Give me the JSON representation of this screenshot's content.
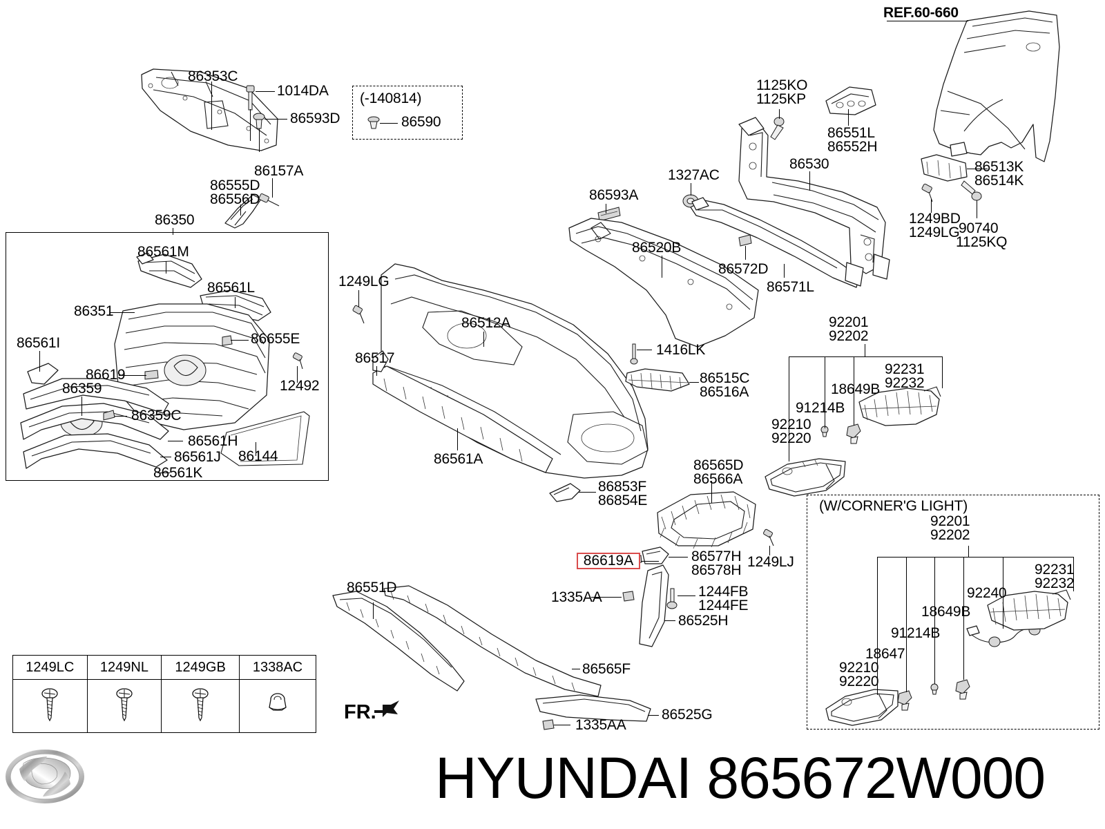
{
  "document": {
    "brand": "HYUNDAI",
    "part_number": "865672W000",
    "footer_text": "HYUNDAI 865672W000",
    "orientation_marker": "FR."
  },
  "references": {
    "fender_ref": "REF.60-660",
    "date_note": "(-140814)",
    "corner_light_note": "(W/CORNER'G LIGHT)"
  },
  "groups": {
    "grille_assembly_label": "86350",
    "highlighted_part": "86619A"
  },
  "labels": {
    "carrier_cover": "86353C",
    "bolt_1014DA": "1014DA",
    "clip_86593D": "86593D",
    "clip_86590": "86590",
    "bracket_86157A": "86157A",
    "bracket_86555D": "86555D",
    "bracket_86556D": "86556D",
    "grille_group": "86350",
    "grille_moulding_M": "86561M",
    "grille_moulding_L": "86561L",
    "radiator_grille": "86351",
    "grille_moulding_I": "86561I",
    "clip_86655E": "86655E",
    "emblem_86359": "86359",
    "clip_86619": "86619",
    "clip_86359C": "86359C",
    "moulding_86561H": "86561H",
    "moulding_86561J": "86561J",
    "moulding_86561K": "86561K",
    "grille_surround_86144": "86144",
    "screw_12492": "12492",
    "screw_1249LG": "1249LG",
    "bracket_86517": "86517",
    "bumper_cover_86512A": "86512A",
    "bumper_grille_86561A": "86561A",
    "bracket_86853F": "86853F",
    "bracket_86854E": "86854E",
    "clip_1416LK": "1416LK",
    "grille_86515C": "86515C",
    "grille_86516A": "86516A",
    "fog_cover_86565D": "86565D",
    "fog_cover_86566A": "86566A",
    "screw_1249LJ": "1249LJ",
    "bracket_86577H": "86577H",
    "bracket_86578H": "86578H",
    "clip_1244FB": "1244FB",
    "clip_1244FE": "1244FE",
    "side_cover_86525H": "86525H",
    "clip_1335AA": "1335AA",
    "lower_cover_86551D": "86551D",
    "lower_moulding_86565F": "86565F",
    "lower_spoiler_86525G": "86525G",
    "reinforcement_86593A": "86593A",
    "absorber_86520B": "86520B",
    "nut_1327AC": "1327AC",
    "bolt_1125KO": "1125KO",
    "bolt_1125KP": "1125KP",
    "bracket_86551L": "86551L",
    "bracket_86552H": "86552H",
    "beam_86530": "86530",
    "clip_86572D": "86572D",
    "stay_86571L": "86571L",
    "fender_bracket_86513K": "86513K",
    "fender_bracket_86514K": "86514K",
    "screw_1249BD": "1249BD",
    "screw_1249LG_right": "1249LG",
    "bolt_90740": "90740",
    "bolt_1125KQ": "1125KQ",
    "headlamp_92201": "92201",
    "headlamp_92202": "92202",
    "headlamp_assy_92210": "92210",
    "headlamp_assy_92220": "92220",
    "bulb_91214B": "91214B",
    "bulb_18649B": "18649B",
    "bracket_92231": "92231",
    "bracket_92232": "92232",
    "corner_92201": "92201",
    "corner_92202": "92202",
    "corner_92210": "92210",
    "corner_92220": "92220",
    "corner_18647": "18647",
    "corner_91214B": "91214B",
    "corner_18649B": "18649B",
    "corner_92240": "92240",
    "corner_92231": "92231",
    "corner_92232": "92232"
  },
  "fastener_table": {
    "headers": [
      "1249LC",
      "1249NL",
      "1249GB",
      "1338AC"
    ],
    "icons": [
      "screw-icon",
      "screw-icon",
      "screw-icon",
      "nut-icon"
    ]
  },
  "colors": {
    "highlight": "#d94c4c",
    "line": "#1a1a1a",
    "background": "#ffffff"
  }
}
